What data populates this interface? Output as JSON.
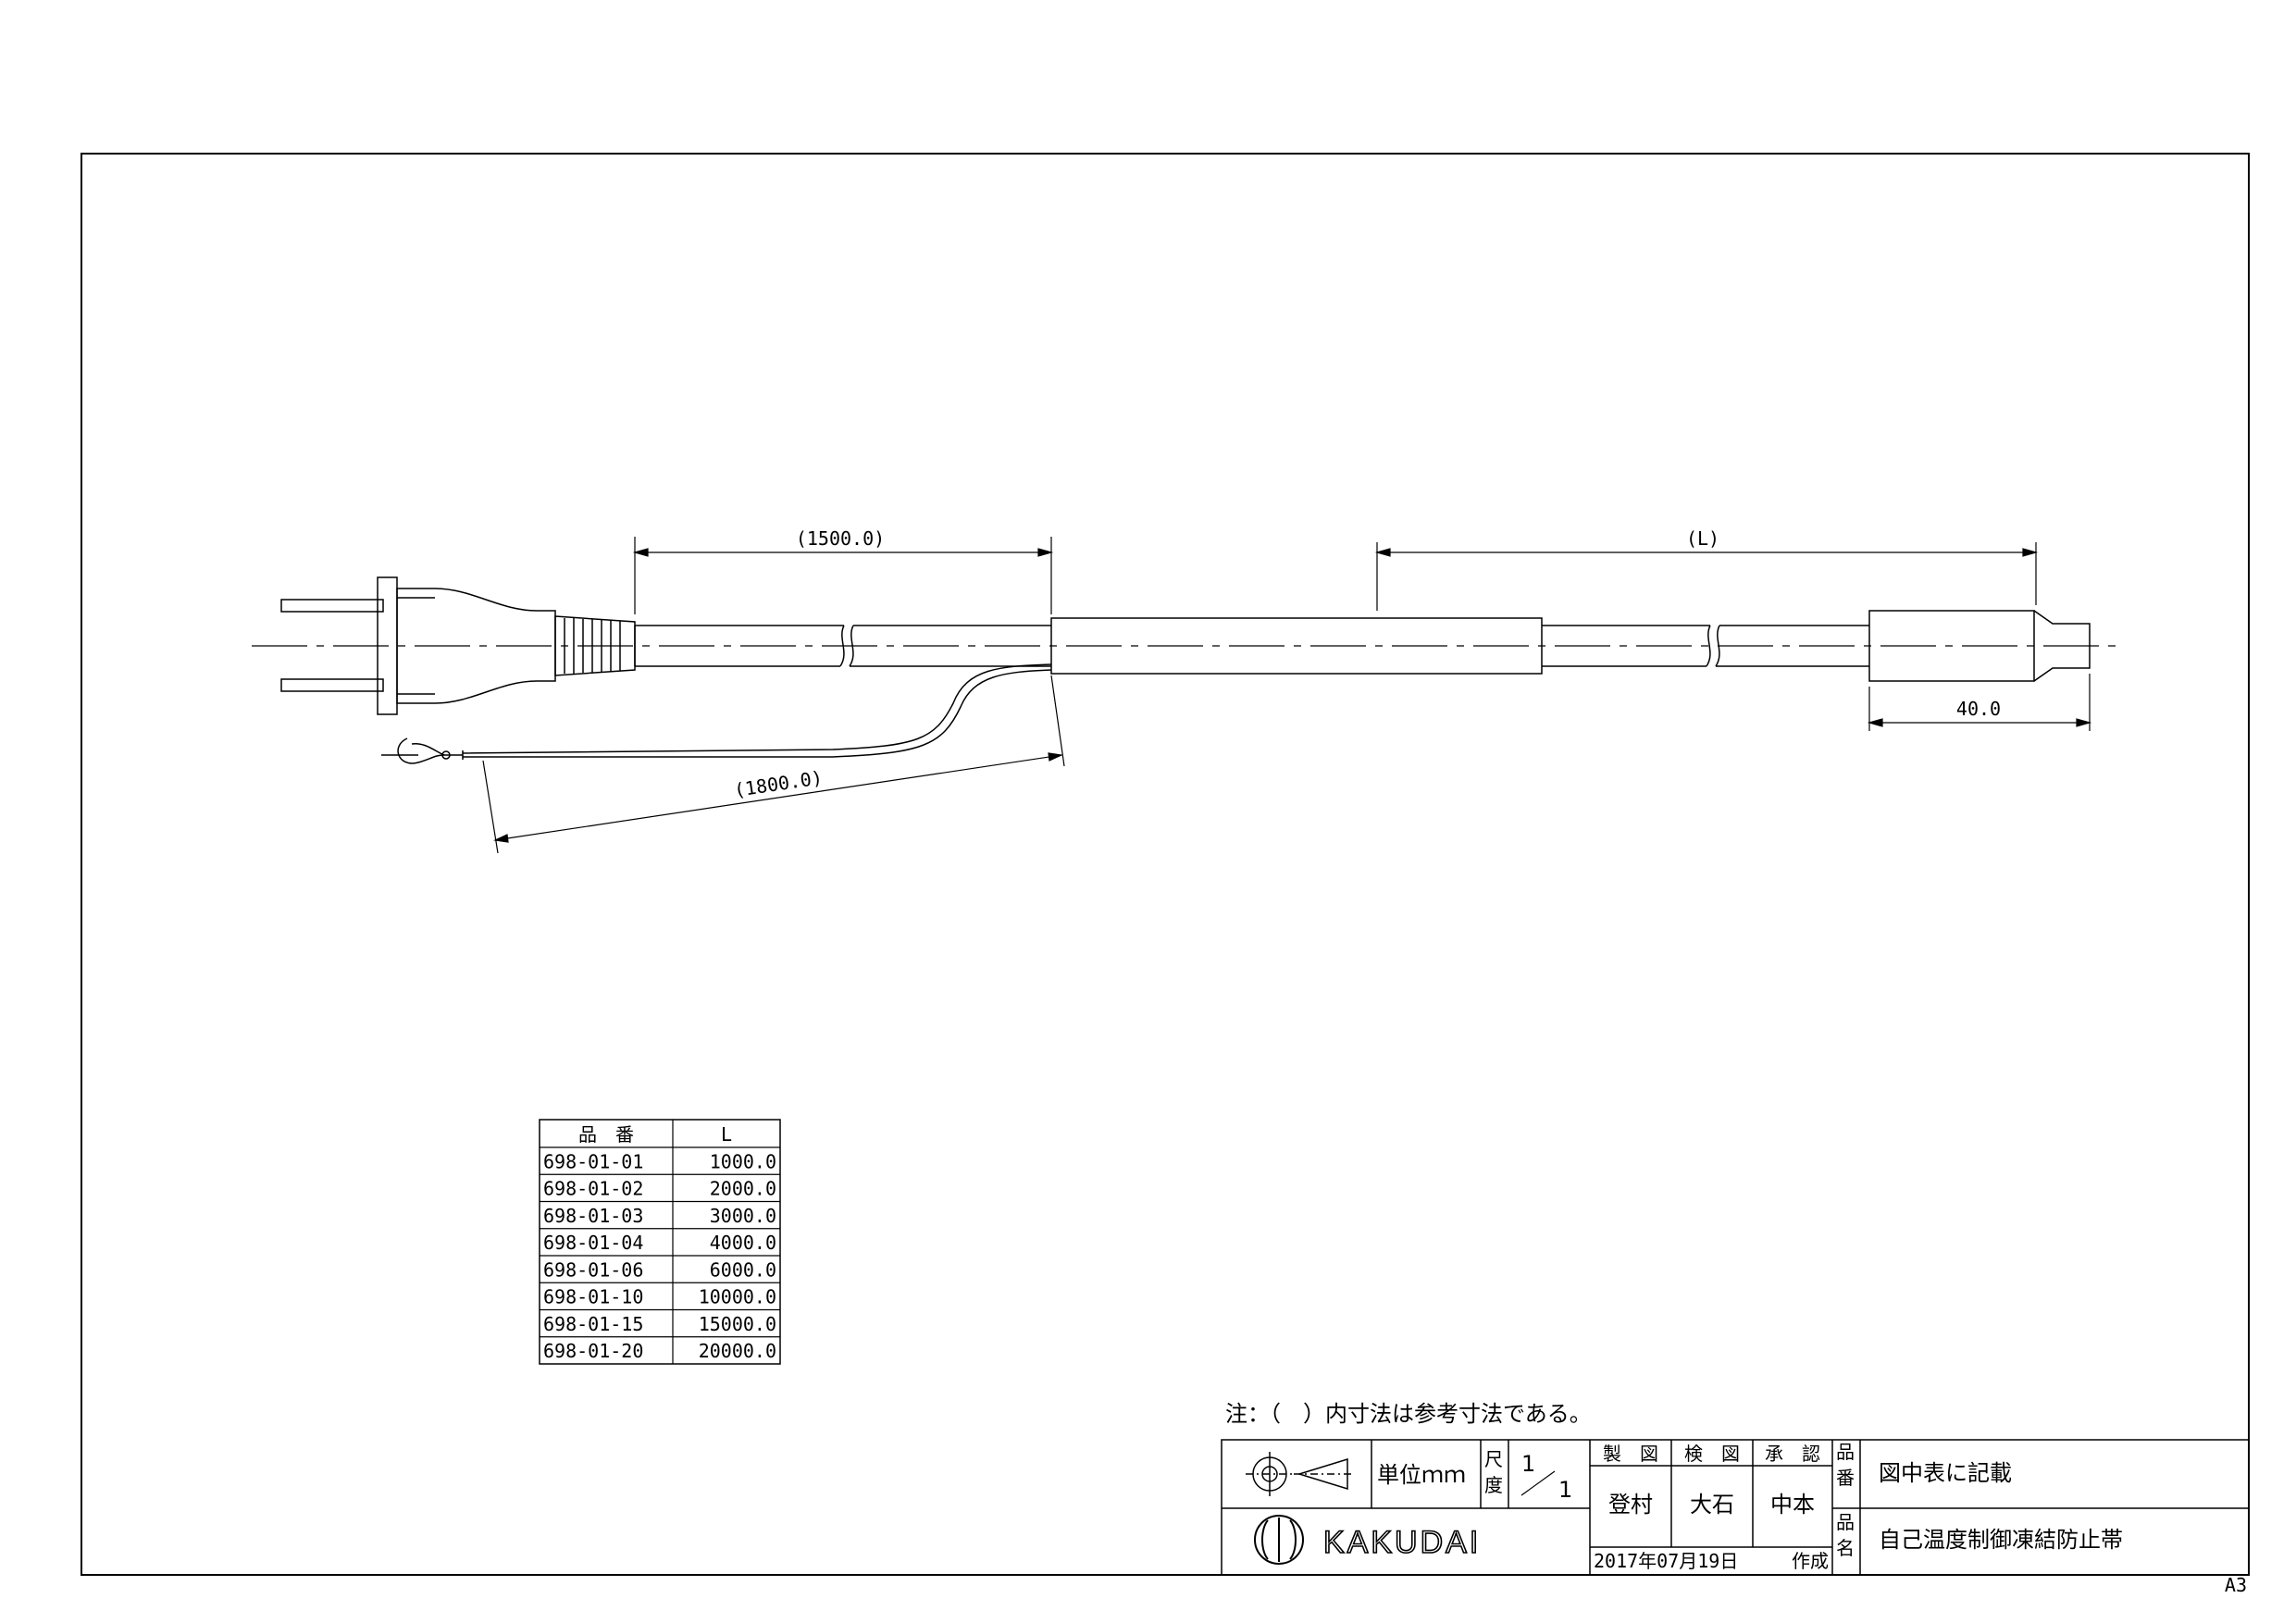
{
  "dimensions": {
    "cord_length": "(1500.0)",
    "ground_lead_length": "(1800.0)",
    "heater_length": "(L)",
    "end_cap_length": "40.0"
  },
  "parts_table": {
    "header_part": "品　番",
    "header_length": "L",
    "rows": [
      {
        "part": "698-01-01",
        "length": "1000.0"
      },
      {
        "part": "698-01-02",
        "length": "2000.0"
      },
      {
        "part": "698-01-03",
        "length": "3000.0"
      },
      {
        "part": "698-01-04",
        "length": "4000.0"
      },
      {
        "part": "698-01-06",
        "length": "6000.0"
      },
      {
        "part": "698-01-10",
        "length": "10000.0"
      },
      {
        "part": "698-01-15",
        "length": "15000.0"
      },
      {
        "part": "698-01-20",
        "length": "20000.0"
      }
    ]
  },
  "note": "注：（　）内寸法は参考寸法である。",
  "title_block": {
    "projection_icon": "third-angle-projection-icon",
    "unit_label": "単位ｍｍ",
    "scale_label_1": "尺",
    "scale_label_2": "度",
    "scale_num": "1",
    "scale_den": "1",
    "drawn_label": "製　図",
    "checked_label": "検　図",
    "approved_label": "承　認",
    "drawn_by": "登村",
    "checked_by": "大石",
    "approved_by": "中本",
    "logo_text": "KAKUDAI",
    "date": "2017年07月19日",
    "created_label": "作成",
    "part_no_label_1": "品",
    "part_no_label_2": "番",
    "part_no_value": "図中表に記載",
    "name_label_1": "品",
    "name_label_2": "名",
    "name_value": "自己温度制御凍結防止帯"
  },
  "paper_size": "A3"
}
